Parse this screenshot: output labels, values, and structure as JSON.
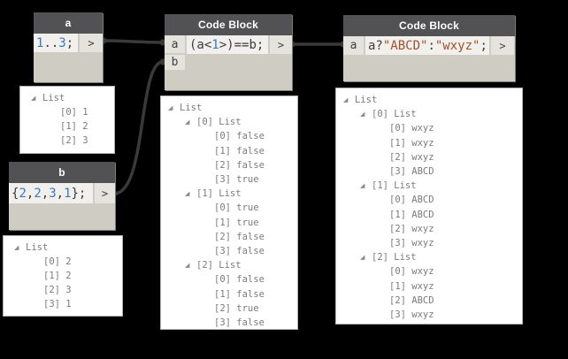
{
  "colors": {
    "background": "#000000",
    "node_header": "#525254",
    "node_body": "#cfccc4",
    "code_bg": "#f1f0ed",
    "port_bg": "#e5e3de",
    "wire": "#3a3a3a",
    "number_blue": "#3579c8",
    "string_brown": "#a0522d",
    "code_text": "#3c3c3c",
    "preview_bg": "#ffffff",
    "preview_text": "#7b7b7b"
  },
  "nodes": {
    "a": {
      "title": "a",
      "out": ">",
      "code_tokens": [
        {
          "t": "1",
          "k": "num"
        },
        {
          "t": "..",
          "k": "op"
        },
        {
          "t": "3",
          "k": "num"
        },
        {
          "t": ";",
          "k": "op"
        }
      ]
    },
    "b": {
      "title": "b",
      "out": ">",
      "code_tokens": [
        {
          "t": "{",
          "k": "op"
        },
        {
          "t": "2",
          "k": "num"
        },
        {
          "t": ",",
          "k": "op"
        },
        {
          "t": "2",
          "k": "num"
        },
        {
          "t": ",",
          "k": "op"
        },
        {
          "t": "3",
          "k": "num"
        },
        {
          "t": ",",
          "k": "op"
        },
        {
          "t": "1",
          "k": "num"
        },
        {
          "t": "};",
          "k": "op"
        }
      ]
    },
    "center": {
      "title": "Code Block",
      "ports": [
        "a",
        "b"
      ],
      "out": ">",
      "code_tokens": [
        {
          "t": "(a<",
          "k": "op"
        },
        {
          "t": "1",
          "k": "num"
        },
        {
          "t": ">)==b;",
          "k": "op"
        }
      ]
    },
    "right": {
      "title": "Code Block",
      "ports": [
        "a"
      ],
      "out": ">",
      "code_tokens": [
        {
          "t": "a?",
          "k": "op"
        },
        {
          "t": "\"ABCD\"",
          "k": "str"
        },
        {
          "t": ":",
          "k": "op"
        },
        {
          "t": "\"wxyz\"",
          "k": "str"
        },
        {
          "t": ";",
          "k": "op"
        }
      ]
    }
  },
  "previews": {
    "a": {
      "rows": [
        {
          "lvl": 0,
          "exp": true,
          "text": "List"
        },
        {
          "lvl": 1,
          "exp": false,
          "text": "[0] 1"
        },
        {
          "lvl": 1,
          "exp": false,
          "text": "[1] 2"
        },
        {
          "lvl": 1,
          "exp": false,
          "text": "[2] 3"
        }
      ]
    },
    "b": {
      "rows": [
        {
          "lvl": 0,
          "exp": true,
          "text": "List"
        },
        {
          "lvl": 1,
          "exp": false,
          "text": "[0] 2"
        },
        {
          "lvl": 1,
          "exp": false,
          "text": "[1] 2"
        },
        {
          "lvl": 1,
          "exp": false,
          "text": "[2] 3"
        },
        {
          "lvl": 1,
          "exp": false,
          "text": "[3] 1"
        }
      ]
    },
    "center": {
      "rows": [
        {
          "lvl": 0,
          "exp": true,
          "text": "List"
        },
        {
          "lvl": 1,
          "exp": true,
          "text": "[0] List"
        },
        {
          "lvl": 2,
          "exp": false,
          "text": "[0] false"
        },
        {
          "lvl": 2,
          "exp": false,
          "text": "[1] false"
        },
        {
          "lvl": 2,
          "exp": false,
          "text": "[2] false"
        },
        {
          "lvl": 2,
          "exp": false,
          "text": "[3] true"
        },
        {
          "lvl": 1,
          "exp": true,
          "text": "[1] List"
        },
        {
          "lvl": 2,
          "exp": false,
          "text": "[0] true"
        },
        {
          "lvl": 2,
          "exp": false,
          "text": "[1] true"
        },
        {
          "lvl": 2,
          "exp": false,
          "text": "[2] false"
        },
        {
          "lvl": 2,
          "exp": false,
          "text": "[3] false"
        },
        {
          "lvl": 1,
          "exp": true,
          "text": "[2] List"
        },
        {
          "lvl": 2,
          "exp": false,
          "text": "[0] false"
        },
        {
          "lvl": 2,
          "exp": false,
          "text": "[1] false"
        },
        {
          "lvl": 2,
          "exp": false,
          "text": "[2] true"
        },
        {
          "lvl": 2,
          "exp": false,
          "text": "[3] false"
        }
      ]
    },
    "right": {
      "rows": [
        {
          "lvl": 0,
          "exp": true,
          "text": "List"
        },
        {
          "lvl": 1,
          "exp": true,
          "text": "[0] List"
        },
        {
          "lvl": 2,
          "exp": false,
          "text": "[0] wxyz"
        },
        {
          "lvl": 2,
          "exp": false,
          "text": "[1] wxyz"
        },
        {
          "lvl": 2,
          "exp": false,
          "text": "[2] wxyz"
        },
        {
          "lvl": 2,
          "exp": false,
          "text": "[3] ABCD"
        },
        {
          "lvl": 1,
          "exp": true,
          "text": "[1] List"
        },
        {
          "lvl": 2,
          "exp": false,
          "text": "[0] ABCD"
        },
        {
          "lvl": 2,
          "exp": false,
          "text": "[1] ABCD"
        },
        {
          "lvl": 2,
          "exp": false,
          "text": "[2] wxyz"
        },
        {
          "lvl": 2,
          "exp": false,
          "text": "[3] wxyz"
        },
        {
          "lvl": 1,
          "exp": true,
          "text": "[2] List"
        },
        {
          "lvl": 2,
          "exp": false,
          "text": "[0] wxyz"
        },
        {
          "lvl": 2,
          "exp": false,
          "text": "[1] wxyz"
        },
        {
          "lvl": 2,
          "exp": false,
          "text": "[2] ABCD"
        },
        {
          "lvl": 2,
          "exp": false,
          "text": "[3] wxyz"
        }
      ]
    }
  }
}
